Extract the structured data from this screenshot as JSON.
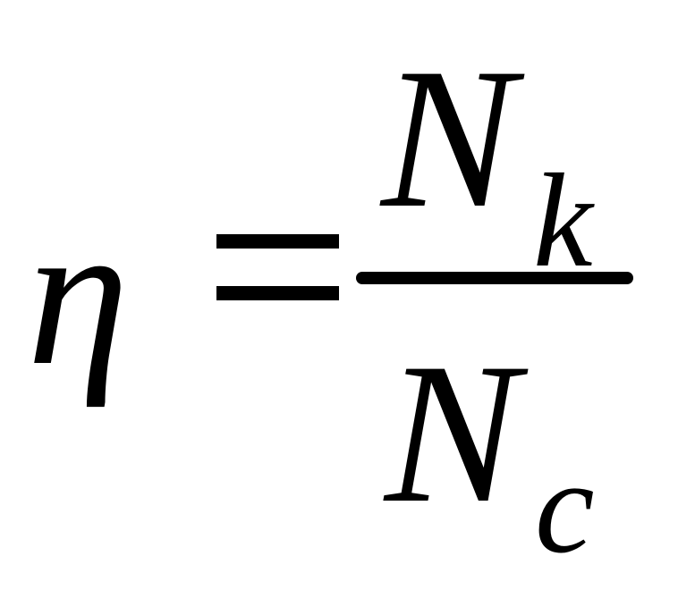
{
  "formula": {
    "lhs": "η",
    "equals": "=",
    "numerator": {
      "symbol": "N",
      "subscript": "k"
    },
    "denominator": {
      "symbol": "N",
      "subscript": "c"
    }
  },
  "colors": {
    "background": "#ffffff",
    "ink": "#000000"
  }
}
